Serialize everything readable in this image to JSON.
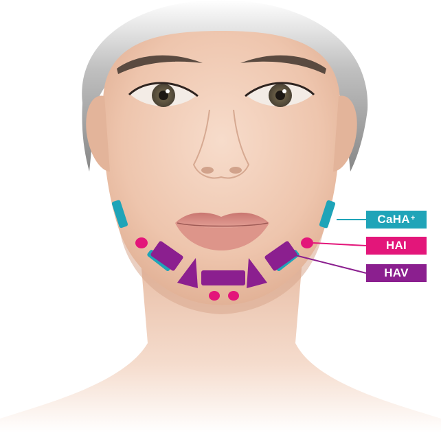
{
  "colors": {
    "caha": "#1fa4b8",
    "hai": "#e3167a",
    "hav": "#8b1f8f",
    "skin": "#f6d9c8",
    "hair": "#8c8c8c"
  },
  "legend": {
    "caha": {
      "text": "CaHA",
      "sup": "+"
    },
    "hai": {
      "text": "HAI"
    },
    "hav": {
      "text": "HAV"
    }
  }
}
